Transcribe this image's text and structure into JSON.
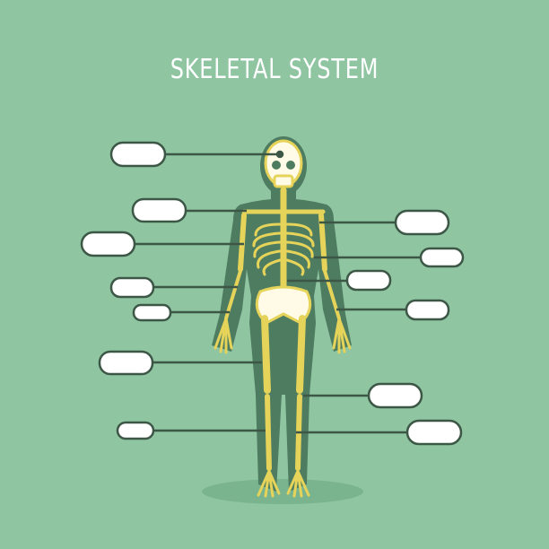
{
  "title": "SKELETAL SYSTEM",
  "colors": {
    "background": "#8fc5a1",
    "silhouette": "#4e7c60",
    "bone": "#fffbe6",
    "bone_outline": "#e6d35a",
    "leader_line": "#3d5747",
    "label_fill": "#ffffff"
  },
  "labels": {
    "left_count": 7,
    "right_count": 6
  }
}
